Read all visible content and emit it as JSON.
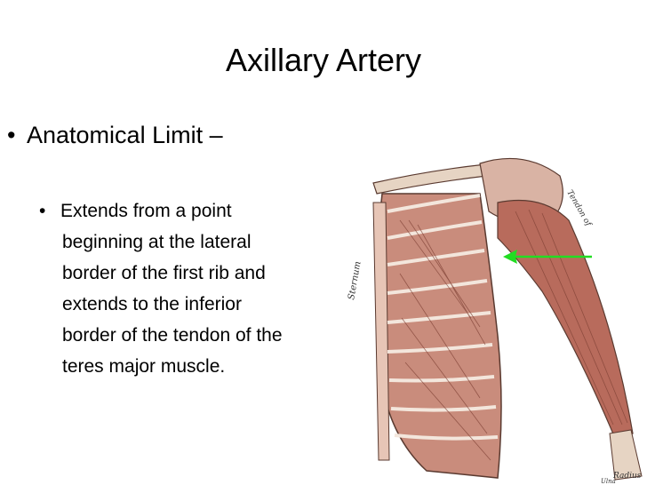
{
  "slide": {
    "title": "Axillary Artery",
    "bullet": "Anatomical Limit –",
    "sub_bullet_lines": [
      "Extends from a point",
      "beginning at the lateral",
      "border of the first rib and",
      "extends to the inferior",
      "border of the tendon of the",
      "teres major muscle."
    ]
  },
  "figure": {
    "labels": {
      "sternum": "Sternum",
      "tendon": "Tendon of",
      "radius": "Radius",
      "ulna": "Ulna"
    },
    "arrow_color": "#22dd22",
    "muscle_color": "#b86b5c",
    "bone_color": "#e6d4c3"
  }
}
